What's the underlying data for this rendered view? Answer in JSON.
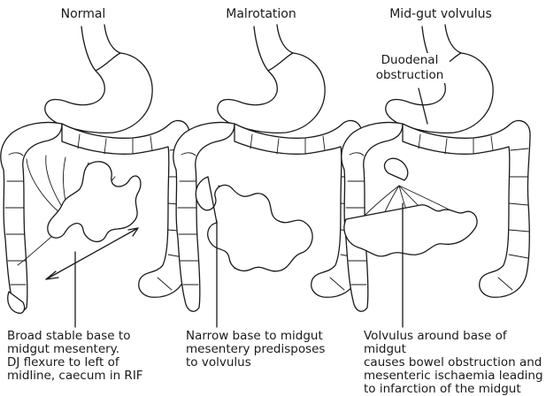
{
  "panels": [
    {
      "title": "Normal",
      "caption": "Broad stable base to\nmidgut mesentery.\nDJ flexure to left of\nmidline, caecum in RIF"
    },
    {
      "title": "Malrotation",
      "caption": "Narrow base to midgut\nmesentery predisposes\nto volvulus"
    },
    {
      "title": "Mid-gut volvulus",
      "caption": "Volvulus around base of midgut\ncauses bowel obstruction and\nmesenteric ischaemia leading\nto infarction of the midgut"
    }
  ],
  "annotations": {
    "duodenal_obstruction": "Duodenal\nobstruction"
  }
}
